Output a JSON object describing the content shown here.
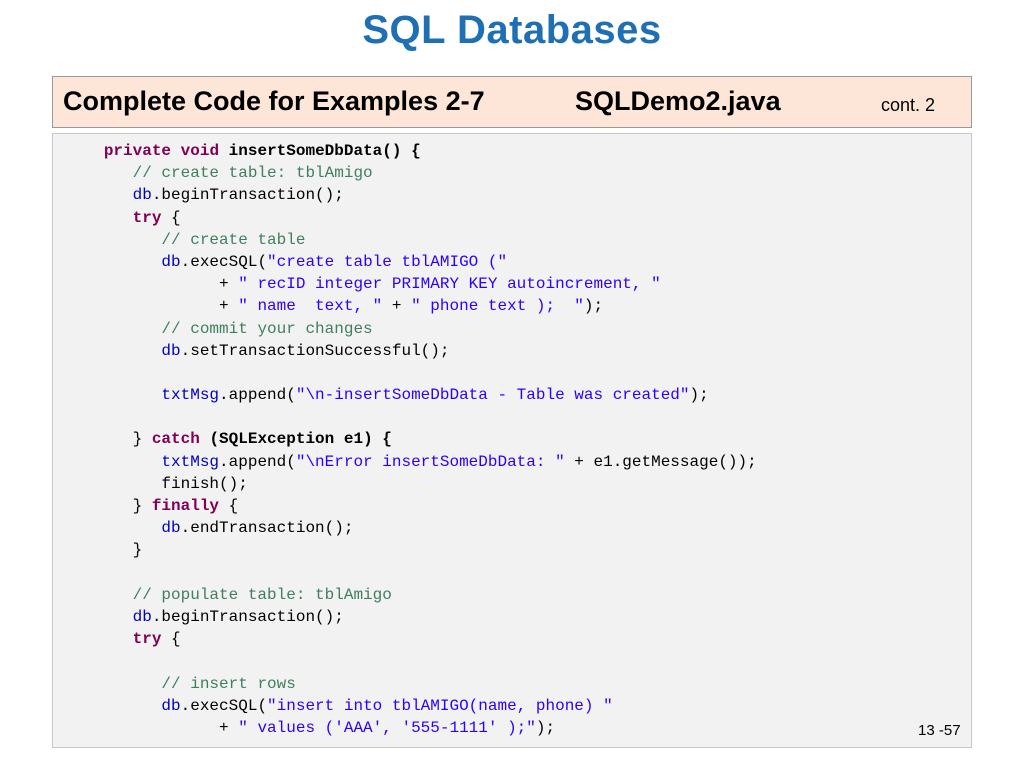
{
  "slide": {
    "title": "SQL Databases",
    "page_number": "13 -57"
  },
  "header": {
    "main": "Complete Code for Examples 2-7",
    "file": "SQLDemo2.java",
    "cont": "cont. 2"
  },
  "colors": {
    "title": "#1f6fb5",
    "header_bg": "#fde6d7",
    "code_bg": "#f2f2f2",
    "keyword": "#7f0055",
    "comment": "#3f7f5f",
    "string": "#2a00ff",
    "field": "#0000c0"
  },
  "code": {
    "lines": [
      [
        [
          "pl",
          "   "
        ],
        [
          "kw",
          "private"
        ],
        [
          "pl",
          " "
        ],
        [
          "kw",
          "void"
        ],
        [
          "pl",
          " "
        ],
        [
          "pb",
          "insertSomeDbData() {"
        ]
      ],
      [
        [
          "pl",
          "      "
        ],
        [
          "cm",
          "// create table: tblAmigo"
        ]
      ],
      [
        [
          "pl",
          "      "
        ],
        [
          "fd",
          "db"
        ],
        [
          "pl",
          ".beginTransaction();"
        ]
      ],
      [
        [
          "pl",
          "      "
        ],
        [
          "kw",
          "try"
        ],
        [
          "pl",
          " {"
        ]
      ],
      [
        [
          "pl",
          "         "
        ],
        [
          "cm",
          "// create table"
        ]
      ],
      [
        [
          "pl",
          "         "
        ],
        [
          "fd",
          "db"
        ],
        [
          "pl",
          ".execSQL("
        ],
        [
          "st",
          "\"create table tblAMIGO (\""
        ]
      ],
      [
        [
          "pl",
          "               + "
        ],
        [
          "st",
          "\" recID integer PRIMARY KEY autoincrement, \""
        ]
      ],
      [
        [
          "pl",
          "               + "
        ],
        [
          "st",
          "\" name  text, \""
        ],
        [
          "pl",
          " + "
        ],
        [
          "st",
          "\" phone text );  \""
        ],
        [
          "pl",
          ");"
        ]
      ],
      [
        [
          "pl",
          "         "
        ],
        [
          "cm",
          "// commit your changes"
        ]
      ],
      [
        [
          "pl",
          "         "
        ],
        [
          "fd",
          "db"
        ],
        [
          "pl",
          ".setTransactionSuccessful();"
        ]
      ],
      [
        [
          "pl",
          ""
        ]
      ],
      [
        [
          "pl",
          "         "
        ],
        [
          "fd",
          "txtMsg"
        ],
        [
          "pl",
          ".append("
        ],
        [
          "st",
          "\"\\n-insertSomeDbData - Table was created\""
        ],
        [
          "pl",
          ");"
        ]
      ],
      [
        [
          "pl",
          ""
        ]
      ],
      [
        [
          "pl",
          "      } "
        ],
        [
          "kw",
          "catch"
        ],
        [
          "pl",
          " "
        ],
        [
          "pb",
          "(SQLException e1) {"
        ]
      ],
      [
        [
          "pl",
          "         "
        ],
        [
          "fd",
          "txtMsg"
        ],
        [
          "pl",
          ".append("
        ],
        [
          "st",
          "\"\\nError insertSomeDbData: \""
        ],
        [
          "pl",
          " + e1.getMessage());"
        ]
      ],
      [
        [
          "pl",
          "         finish();"
        ]
      ],
      [
        [
          "pl",
          "      } "
        ],
        [
          "kw",
          "finally"
        ],
        [
          "pl",
          " {"
        ]
      ],
      [
        [
          "pl",
          "         "
        ],
        [
          "fd",
          "db"
        ],
        [
          "pl",
          ".endTransaction();"
        ]
      ],
      [
        [
          "pl",
          "      }"
        ]
      ],
      [
        [
          "pl",
          ""
        ]
      ],
      [
        [
          "pl",
          "      "
        ],
        [
          "cm",
          "// populate table: tblAmigo"
        ]
      ],
      [
        [
          "pl",
          "      "
        ],
        [
          "fd",
          "db"
        ],
        [
          "pl",
          ".beginTransaction();"
        ]
      ],
      [
        [
          "pl",
          "      "
        ],
        [
          "kw",
          "try"
        ],
        [
          "pl",
          " {"
        ]
      ],
      [
        [
          "pl",
          ""
        ]
      ],
      [
        [
          "pl",
          "         "
        ],
        [
          "cm",
          "// insert rows"
        ]
      ],
      [
        [
          "pl",
          "         "
        ],
        [
          "fd",
          "db"
        ],
        [
          "pl",
          ".execSQL("
        ],
        [
          "st",
          "\"insert into tblAMIGO(name, phone) \""
        ]
      ],
      [
        [
          "pl",
          "               + "
        ],
        [
          "st",
          "\" values ('AAA', '555-1111' );\""
        ],
        [
          "pl",
          ");"
        ]
      ]
    ]
  }
}
